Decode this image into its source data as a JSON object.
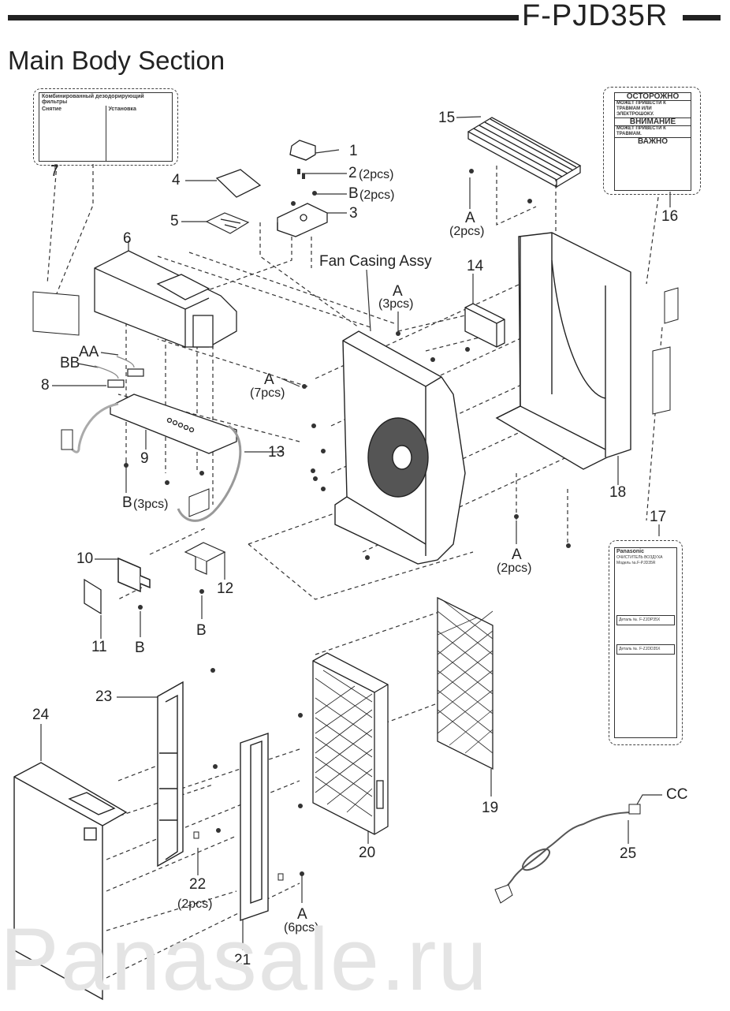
{
  "header": {
    "model": "F-PJD35R",
    "section_title": "Main Body Section"
  },
  "callouts": {
    "p1": "1",
    "p2": "2",
    "p2_qty": "(2pcs)",
    "pB_top": "B",
    "pB_top_qty": "(2pcs)",
    "p3": "3",
    "p4": "4",
    "p5": "5",
    "p6": "6",
    "p7": "7",
    "p8": "8",
    "p9": "9",
    "p10": "10",
    "p11": "11",
    "p12": "12",
    "p13": "13",
    "p14": "14",
    "p15": "15",
    "p16": "16",
    "p17": "17",
    "p18": "18",
    "p19": "19",
    "p20": "20",
    "p21": "21",
    "p22": "22",
    "p22_qty": "(2pcs)",
    "p23": "23",
    "p24": "24",
    "p25": "25",
    "AA": "AA",
    "BB": "BB",
    "CC": "CC",
    "fan_casing": "Fan Casing Assy",
    "A_2pcs_top": "A",
    "A_2pcs_top_qty": "(2pcs)",
    "A_3pcs": "A",
    "A_3pcs_qty": "(3pcs)",
    "A_7pcs": "A",
    "A_7pcs_qty": "(7pcs)",
    "A_2pcs_mid": "A",
    "A_2pcs_mid_qty": "(2pcs)",
    "A_6pcs": "A",
    "A_6pcs_qty": "(6pcs)",
    "B_3pcs": "B",
    "B_3pcs_qty": "(3pcs)",
    "B_10": "B",
    "B_12": "B"
  },
  "label7": {
    "title": "Комбинированный дезодорирующий фильтры",
    "remove": "Снятие",
    "install": "Установка"
  },
  "label16": {
    "w1": "ОСТОРОЖНО",
    "w1_sub": "МОЖЕТ ПРИВЕСТИ К ТРАВМАМ ИЛИ ЭЛЕКТРОШОКУ.",
    "w2": "ВНИМАНИЕ",
    "w2_sub": "МОЖЕТ ПРИВЕСТИ К ТРАВМАМ.",
    "w3": "ВАЖНО"
  },
  "label17": {
    "brand": "Panasonic",
    "product": "ОЧИСТИТЕЛЬ ВОЗДУХА",
    "model": "Модель №.F-PJD35R",
    "filter1": "Деталь №. F-ZJDP35X",
    "filter2": "Деталь №. F-ZJDD35X"
  },
  "watermark": "Panasale.ru"
}
